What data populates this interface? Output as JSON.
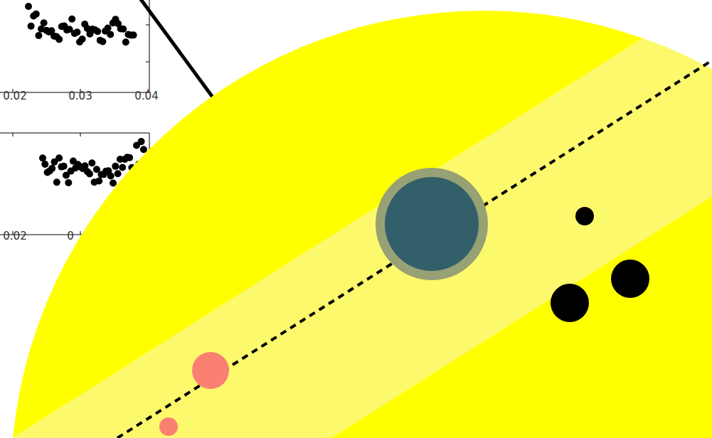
{
  "diagram": {
    "labels": [
      "0.02",
      "0.03",
      "0.04",
      "0.02",
      "0"
    ]
  }
}
